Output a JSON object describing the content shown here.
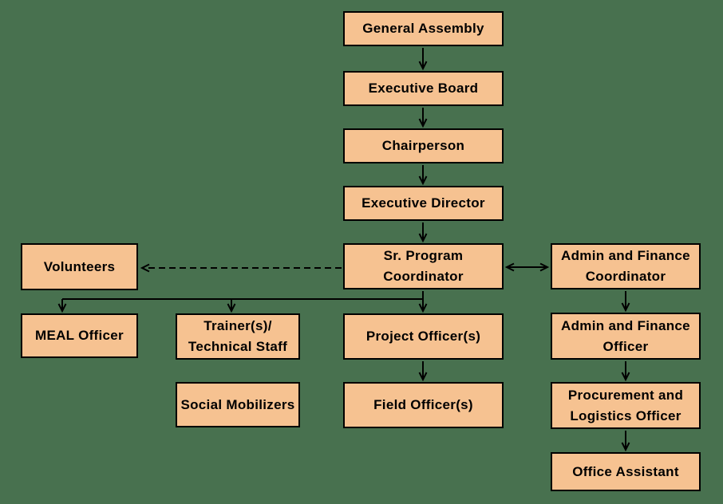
{
  "colors": {
    "background": "#48714F",
    "box_fill": "#F6C291",
    "box_border": "#000000",
    "connector": "#000000",
    "text": "#000000"
  },
  "nodes": {
    "general_assembly": {
      "label": "General Assembly"
    },
    "executive_board": {
      "label": "Executive Board"
    },
    "chairperson": {
      "label": "Chairperson"
    },
    "executive_director": {
      "label": "Executive Director"
    },
    "sr_program_coordinator": {
      "lines": [
        "Sr. Program",
        "Coordinator"
      ]
    },
    "volunteers": {
      "label": "Volunteers"
    },
    "admin_finance_coordinator": {
      "lines": [
        "Admin and Finance",
        "Coordinator"
      ]
    },
    "meal_officer": {
      "label": "MEAL Officer"
    },
    "trainers_technical_staff": {
      "lines": [
        "Trainer(s)/",
        "Technical Staff"
      ]
    },
    "project_officers": {
      "label": "Project Officer(s)"
    },
    "admin_finance_officer": {
      "lines": [
        "Admin and Finance",
        "Officer"
      ]
    },
    "social_mobilizers": {
      "label": "Social Mobilizers"
    },
    "field_officers": {
      "label": "Field Officer(s)"
    },
    "procurement_logistics_officer": {
      "lines": [
        "Procurement and",
        "Logistics Officer"
      ]
    },
    "office_assistant": {
      "label": "Office Assistant"
    }
  },
  "edges": [
    {
      "from": "general_assembly",
      "to": "executive_board",
      "style": "solid-arrow"
    },
    {
      "from": "executive_board",
      "to": "chairperson",
      "style": "solid-arrow"
    },
    {
      "from": "chairperson",
      "to": "executive_director",
      "style": "solid-arrow"
    },
    {
      "from": "executive_director",
      "to": "sr_program_coordinator",
      "style": "solid-arrow"
    },
    {
      "from": "sr_program_coordinator",
      "to": "meal_officer",
      "style": "solid-arrow"
    },
    {
      "from": "sr_program_coordinator",
      "to": "trainers_technical_staff",
      "style": "solid-arrow"
    },
    {
      "from": "sr_program_coordinator",
      "to": "project_officers",
      "style": "solid-arrow"
    },
    {
      "from": "project_officers",
      "to": "field_officers",
      "style": "solid-arrow"
    },
    {
      "from": "sr_program_coordinator",
      "to": "volunteers",
      "style": "dashed-arrow"
    },
    {
      "from": "sr_program_coordinator",
      "to": "admin_finance_coordinator",
      "style": "double-arrow"
    },
    {
      "from": "admin_finance_coordinator",
      "to": "admin_finance_officer",
      "style": "solid-arrow"
    },
    {
      "from": "admin_finance_officer",
      "to": "procurement_logistics_officer",
      "style": "solid-arrow"
    },
    {
      "from": "procurement_logistics_officer",
      "to": "office_assistant",
      "style": "solid-arrow"
    }
  ]
}
